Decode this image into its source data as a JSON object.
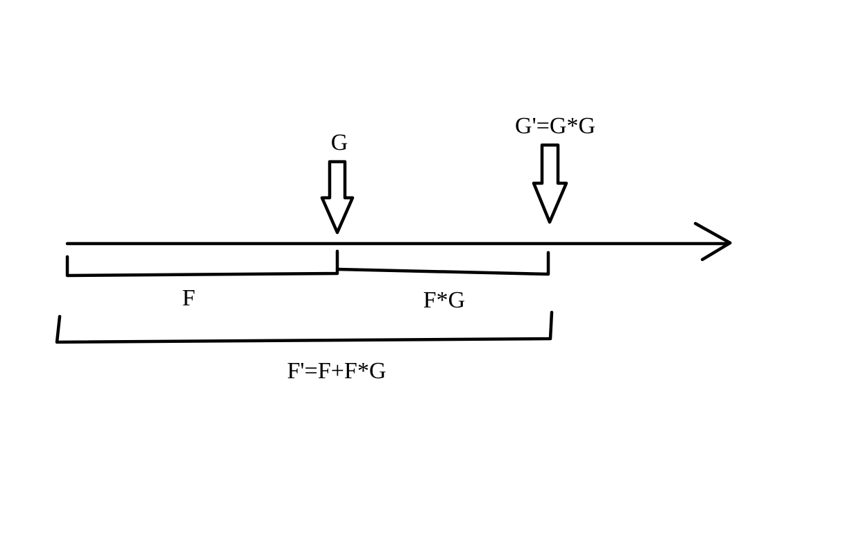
{
  "labels": {
    "g": "G",
    "g_prime": "G'=G*G",
    "f": "F",
    "f_times_g": "F*G",
    "f_prime": "F'=F+F*G"
  },
  "colors": {
    "stroke": "#000000",
    "background": "#ffffff"
  }
}
